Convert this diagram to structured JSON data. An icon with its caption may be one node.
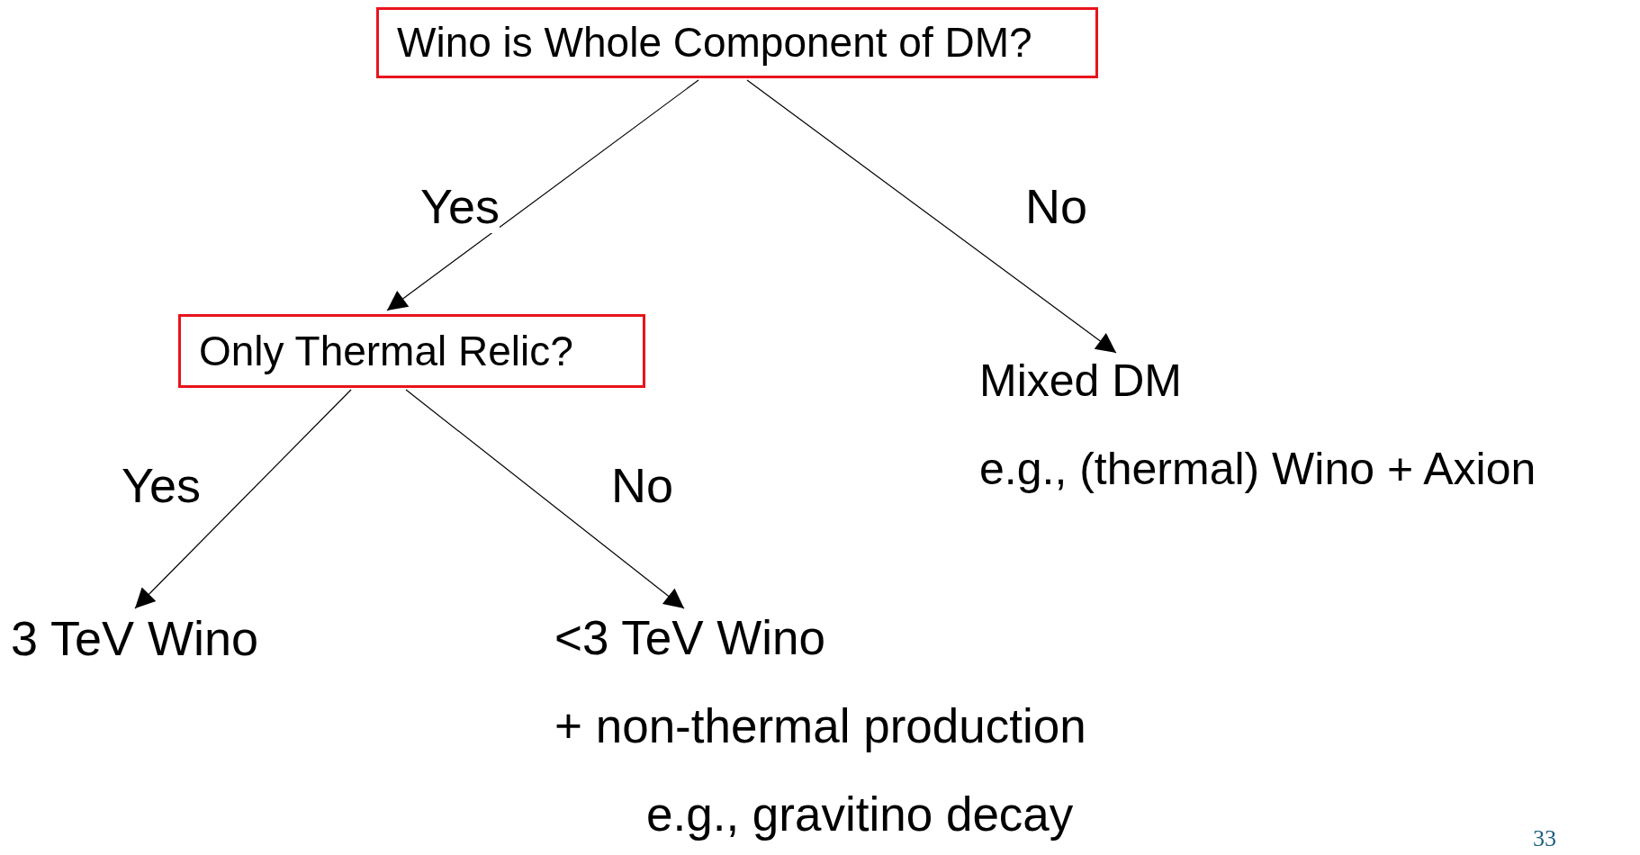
{
  "diagram": {
    "nodes": [
      {
        "text": [
          "Wino is Whole Component of DM?"
        ]
      },
      {
        "text": [
          "Only Thermal Relic?"
        ]
      },
      {
        "text": [
          "Mixed DM",
          "e.g., (thermal) Wino + Axion"
        ]
      },
      {
        "text": [
          "3 TeV Wino"
        ]
      },
      {
        "text": [
          "<3 TeV Wino",
          "+ non-thermal production",
          "e.g., gravitino decay"
        ]
      }
    ],
    "edges": [
      {
        "from": 0,
        "to": 1,
        "arrow": "to",
        "label": "Yes"
      },
      {
        "from": 0,
        "to": 2,
        "arrow": "to",
        "label": "No"
      },
      {
        "from": 1,
        "to": 3,
        "arrow": "to",
        "label": "Yes"
      },
      {
        "from": 1,
        "to": 4,
        "arrow": "to",
        "label": "No"
      }
    ],
    "labels": [
      "33"
    ]
  }
}
